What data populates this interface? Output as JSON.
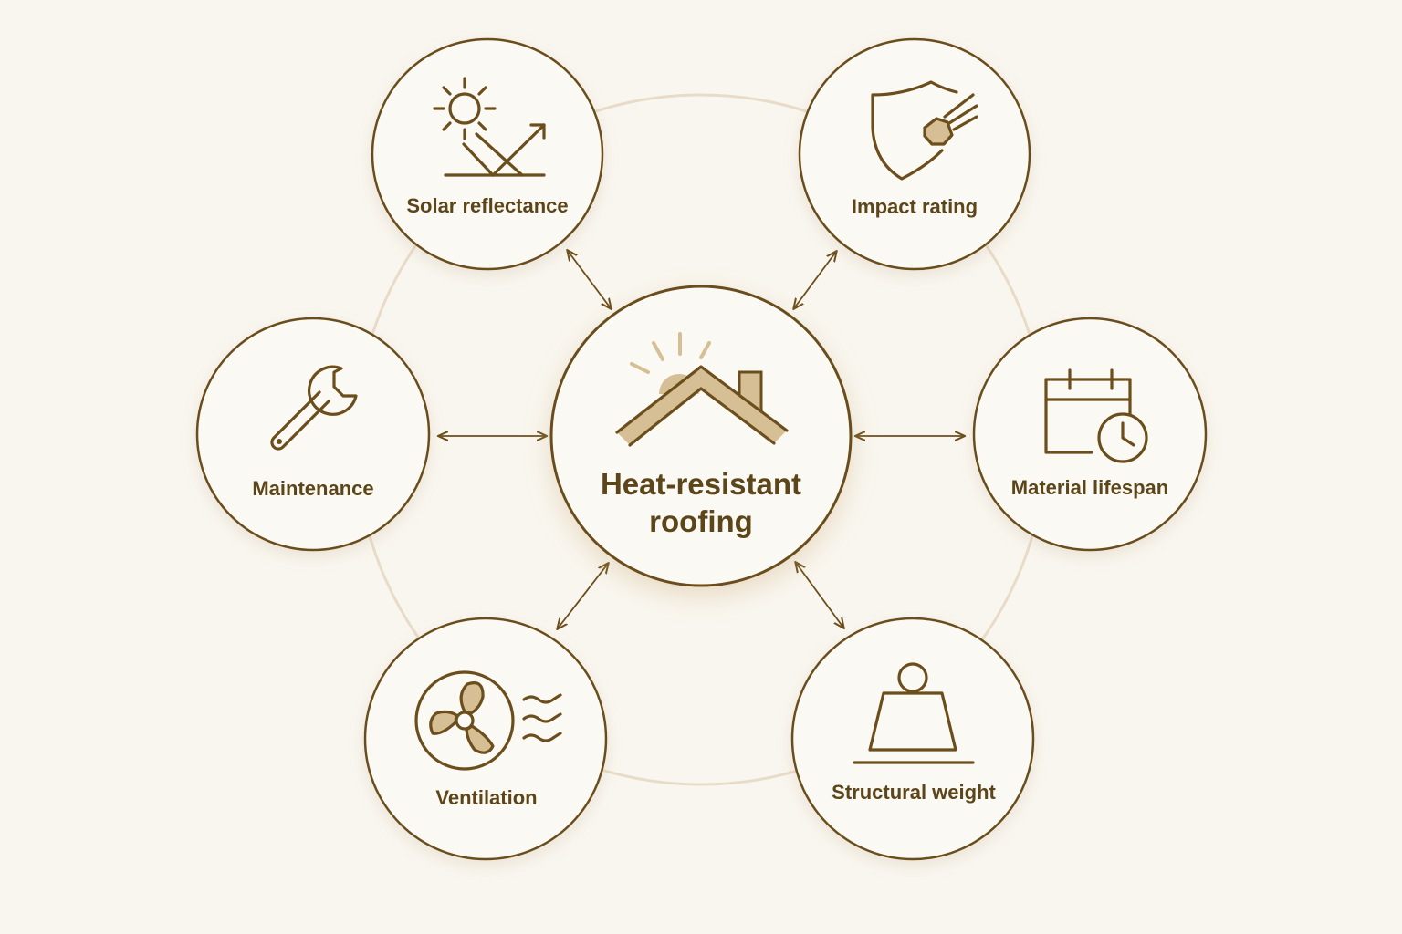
{
  "center": {
    "label_line1": "Heat-resistant",
    "label_line2": "roofing",
    "icon": "house-roof-sun-icon"
  },
  "nodes": [
    {
      "id": "solar",
      "label": "Solar reflectance",
      "icon": "sun-reflection-icon"
    },
    {
      "id": "impact",
      "label": "Impact rating",
      "icon": "shield-hail-icon"
    },
    {
      "id": "lifespan",
      "label": "Material lifespan",
      "icon": "calendar-clock-icon"
    },
    {
      "id": "weight",
      "label": "Structural weight",
      "icon": "weight-icon"
    },
    {
      "id": "ventilation",
      "label": "Ventilation",
      "icon": "fan-icon"
    },
    {
      "id": "maintenance",
      "label": "Maintenance",
      "icon": "wrench-icon"
    }
  ],
  "colors": {
    "background": "#f9f6ef",
    "circle_fill": "#fbf9f4",
    "stroke": "#6b4e1c",
    "text": "#5c4518",
    "accent_fill": "#d6bf95",
    "orbit_ring": "#e8dcc8"
  }
}
